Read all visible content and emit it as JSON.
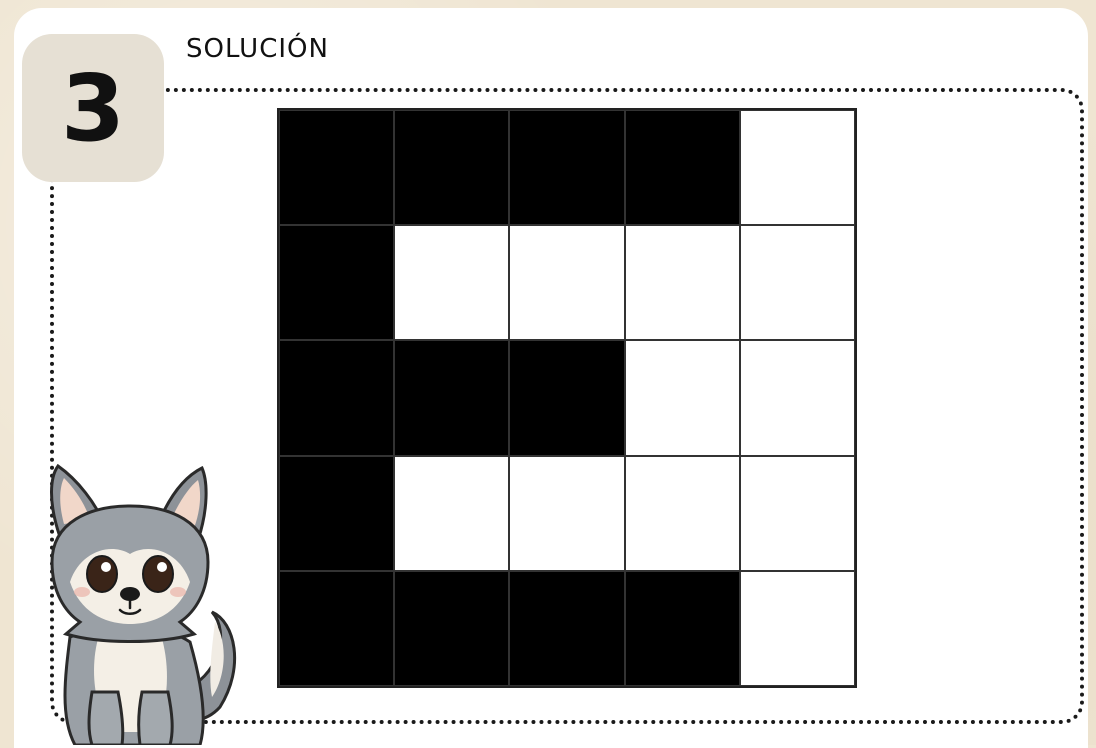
{
  "exercise_number": "3",
  "title": "SOLUCIÓN",
  "grid": {
    "rows": 5,
    "cols": 5,
    "cells": [
      [
        1,
        1,
        1,
        1,
        0
      ],
      [
        1,
        0,
        0,
        0,
        0
      ],
      [
        1,
        1,
        1,
        0,
        0
      ],
      [
        1,
        0,
        0,
        0,
        0
      ],
      [
        1,
        1,
        1,
        1,
        0
      ]
    ]
  },
  "colors": {
    "background": "#efe5d2",
    "badge": "#e6e0d4",
    "filled_cell": "#000000",
    "empty_cell": "#ffffff"
  },
  "illustration": "wolf-cub"
}
